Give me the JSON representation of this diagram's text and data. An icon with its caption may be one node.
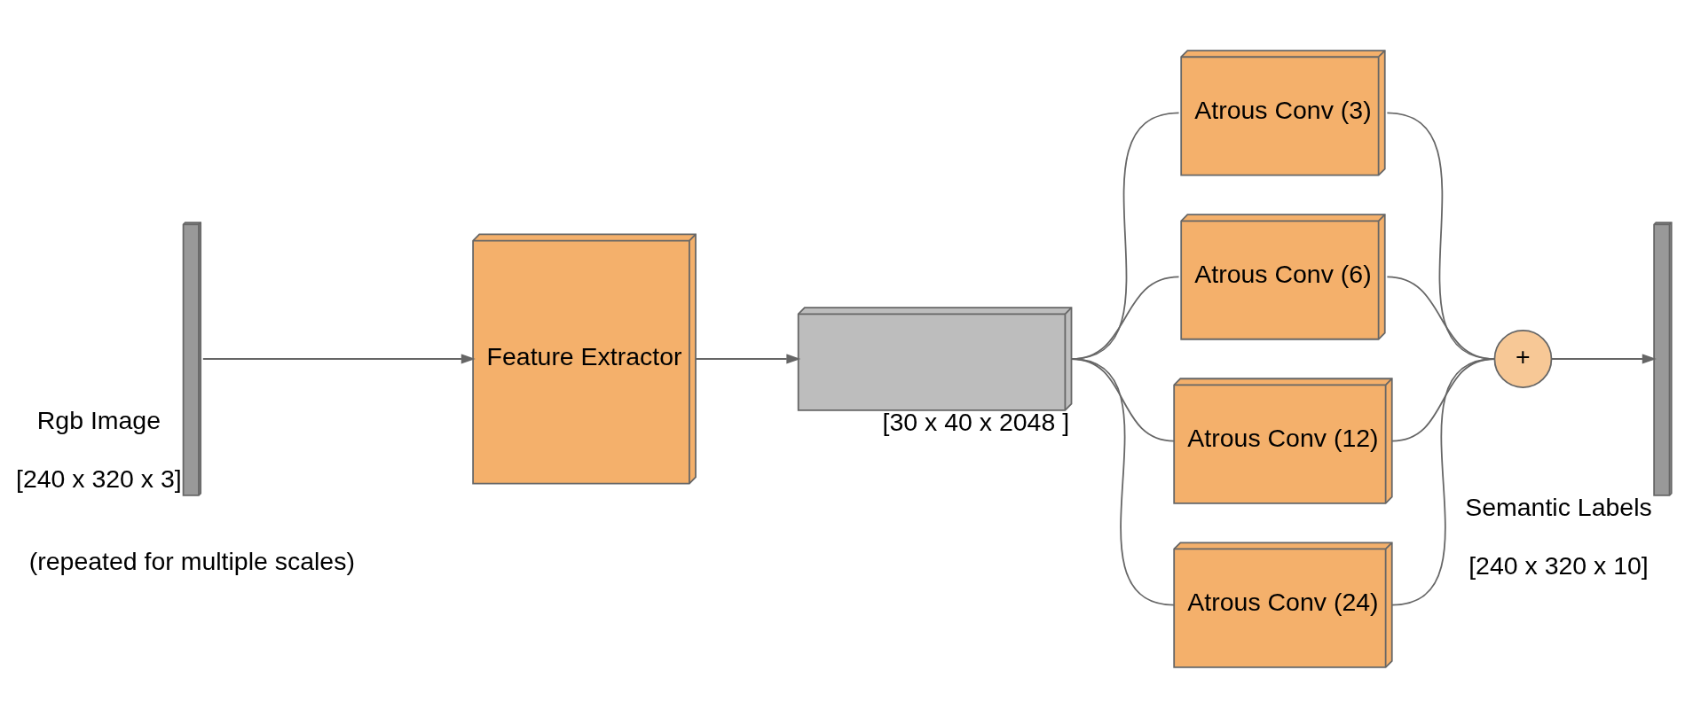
{
  "diagram": {
    "nodes": [
      {
        "text": [],
        "shape": "bar",
        "beside": [
          "Rgb Image",
          "[240 x 320 x 3]"
        ]
      },
      {
        "text": [
          "Feature Extractor"
        ]
      },
      {
        "text": [],
        "shape": "box",
        "beside": [
          "[30 x 40 x 2048 ]"
        ]
      },
      {
        "text": [
          "Atrous Conv (3)"
        ]
      },
      {
        "text": [
          "Atrous Conv (6)"
        ]
      },
      {
        "text": [
          "Atrous Conv (12)"
        ]
      },
      {
        "text": [
          "Atrous Conv (24)"
        ]
      },
      {
        "text": [
          "+"
        ]
      },
      {
        "text": [],
        "shape": "bar",
        "beside": [
          "Semantic Labels",
          "[240 x 320 x 10]"
        ]
      }
    ],
    "edges": [
      {
        "from": 0,
        "to": 1,
        "arrow": "to"
      },
      {
        "from": 1,
        "to": 2,
        "arrow": "to"
      },
      {
        "from": 2,
        "to": 3,
        "arrow": "none"
      },
      {
        "from": 2,
        "to": 4,
        "arrow": "none"
      },
      {
        "from": 2,
        "to": 5,
        "arrow": "none"
      },
      {
        "from": 2,
        "to": 6,
        "arrow": "none"
      },
      {
        "from": 3,
        "to": 7,
        "arrow": "none"
      },
      {
        "from": 4,
        "to": 7,
        "arrow": "none"
      },
      {
        "from": 5,
        "to": 7,
        "arrow": "none"
      },
      {
        "from": 6,
        "to": 7,
        "arrow": "none"
      },
      {
        "from": 7,
        "to": 8,
        "arrow": "to"
      }
    ],
    "labels": [
      "(repeated for multiple scales)"
    ]
  }
}
